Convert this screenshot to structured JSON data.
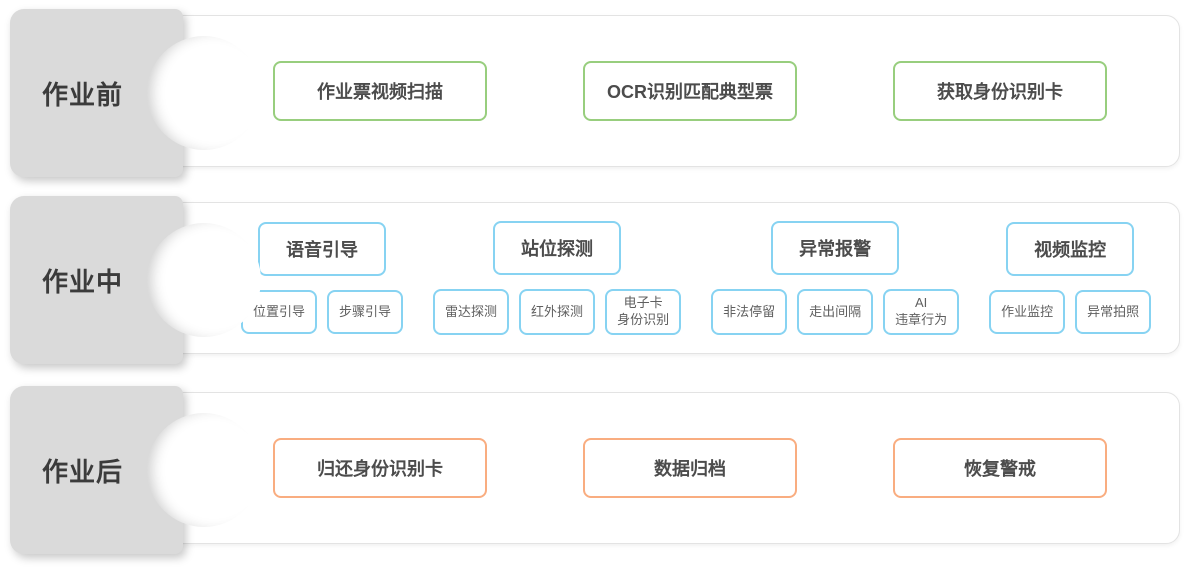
{
  "colors": {
    "green_border": "#98ce7e",
    "blue_border": "#87d3f2",
    "orange_border": "#f9ad80",
    "phase_label_bg": "#dadada",
    "panel_border": "#e3e3e3",
    "node_text": "#4c4c4c",
    "sub_text": "#5f5f5f",
    "phase_text": "#3b3b3b"
  },
  "rows": [
    {
      "label": "作业前",
      "items": [
        "作业票视频扫描",
        "OCR识别匹配典型票",
        "获取身份识别卡"
      ]
    },
    {
      "label": "作业中",
      "groups": [
        {
          "title": "语音引导",
          "subs": [
            "位置引导",
            "步骤引导"
          ]
        },
        {
          "title": "站位探测",
          "subs": [
            "雷达探测",
            "红外探测",
            "电子卡\n身份识别"
          ]
        },
        {
          "title": "异常报警",
          "subs": [
            "非法停留",
            "走出间隔",
            "AI\n违章行为"
          ]
        },
        {
          "title": "视频监控",
          "subs": [
            "作业监控",
            "异常拍照"
          ]
        }
      ]
    },
    {
      "label": "作业后",
      "items": [
        "归还身份识别卡",
        "数据归档",
        "恢复警戒"
      ]
    }
  ]
}
